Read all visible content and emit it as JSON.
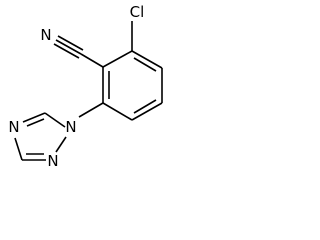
{
  "molecule": {
    "atoms": {
      "chlorine": "Cl",
      "nitrile_nitrogen": "N",
      "triazole_n1": "N",
      "triazole_n2": "N",
      "triazole_n4": "N"
    },
    "colors": {
      "bond": "#000000",
      "label": "#000000",
      "background": "#ffffff"
    }
  }
}
